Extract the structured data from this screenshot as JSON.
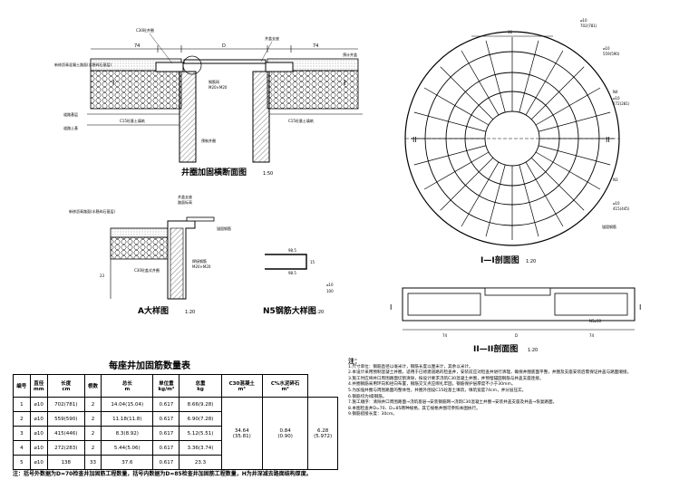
{
  "fig1": {
    "title": "井圈加固横断面图",
    "scale": "1:50",
    "labels": {
      "concrete": "C30砼井圈",
      "dim74a": "74",
      "dimD": "D",
      "dim74b": "74",
      "coverFit": "井盖支座",
      "cover": "预计井盖",
      "pave": "新修沥青混凝土路面(水稳碎石基层)",
      "base": "道路基层",
      "soil": "道路土基",
      "c15a": "C15砼基土填筑",
      "c15b": "C15砼基土填筑",
      "rebar": "钢筋网",
      "mesh": "M20×M20",
      "well": "预制井圈",
      "secI": "I",
      "secI2": "I"
    }
  },
  "figA": {
    "title": "A大样图",
    "scale": "1:20",
    "labels": {
      "fit": "井盖支座",
      "pave": "新修沥青路面(水稳碎石基层)",
      "surface": "路面标高",
      "anchor": "锚固钢筋",
      "c30": "C30砼盖式井圈",
      "dim23": "23",
      "welded": "焊接钢筋",
      "sp": "M20×M20"
    }
  },
  "figN5": {
    "title": "N5钢筋大样图",
    "scale": "1:20",
    "dims": [
      "98.5",
      "15",
      "98.5"
    ],
    "bar": "⌀10",
    "len": "100"
  },
  "plan": {
    "dim36": "36",
    "n1": "⌀10",
    "n1v": "702(781)",
    "n2": "⌀10",
    "n2v": "559(590)",
    "n3": "⌀10",
    "n3v": "272(281)",
    "n4": "⌀10",
    "n4v": "415(445)",
    "n5": "N4",
    "ring": "N3",
    "anchor": "锚固钢筋",
    "secL": "II",
    "secR": "II"
  },
  "sec1": {
    "title": "I—I剖面图",
    "scale": "1:20",
    "left": "I",
    "right": "I"
  },
  "sec2": {
    "title": "II—II剖面图",
    "scale": "1:20",
    "d74a": "74",
    "dD": "D",
    "d74b": "74",
    "n5": "N5⌀10"
  },
  "qty": {
    "title": "每座井加固筋数量表",
    "headers": [
      "编号",
      "直径\nmm",
      "长度\ncm",
      "根数",
      "总长\nm",
      "单位重\nkg/m²",
      "总重\nkg",
      "C30混凝土\nm³",
      "C%水泥碎石\nm²"
    ],
    "rows": [
      [
        "1",
        "⌀10",
        "702(781)",
        "2",
        "14.04(15.04)",
        "0.617",
        "8.66(9.28)"
      ],
      [
        "2",
        "⌀10",
        "559(590)",
        "2",
        "11.18(11.8)",
        "0.617",
        "6.90(7.28)"
      ],
      [
        "3",
        "⌀10",
        "415(446)",
        "2",
        "8.3(8.92)",
        "0.617",
        "5.12(5.51)"
      ],
      [
        "4",
        "⌀10",
        "272(283)",
        "2",
        "5.44(5.06)",
        "0.617",
        "3.36(3.74)"
      ],
      [
        "5",
        "⌀10",
        "138",
        "33",
        "37.6",
        "0.617",
        "23.3"
      ]
    ],
    "total": "34.64\n(35.81)",
    "c30": "0.84\n(0.90)",
    "cement": "6.28\n(5.972)",
    "note": "注：括号外数据为D=70检查井加固筋工程数量，括号内数据为D=85检查井加固筋工程数量，H为井深减去路面结构厚度。"
  },
  "notes": {
    "head": "注：",
    "items": [
      "1.尺寸单位：钢筋直径以毫米计，钢筋长度以厘米计，其余以米计。",
      "2.本设计采用预制混凝土井圈，适用于已修建道路的检查井，安装前应对检查井进行清理，确保井圈底面平整，井圈及支座安装后需保证井盖与路面顺接。",
      "3.施工时应将井口周围路面切割清除，按设计要求浇筑C30混凝土井圈，并预埋锚固钢筋与井盖支座连接。",
      "4.井圈钢筋采用环向和径向布置，钢筋交叉点应绑扎牢固，钢筋保护层厚度不小于30mm。",
      "5.为加强井圈与周围路面的整体性，井圈外围设C15砼基土填筑，填筑宽度74cm，并分层压实。",
      "6.钢筋均为I级钢筋。",
      "7.施工顺序：清除井口周围路面→浇筑基层→安装钢筋网→浇筑C30混凝土井圈→安装井盖支座及井盖→恢复路面。",
      "8.本图检查井D=70、D=85两种规格，其它规格井圈可参照本图执行。",
      "9.钢筋搭接长度：30cm。"
    ]
  }
}
